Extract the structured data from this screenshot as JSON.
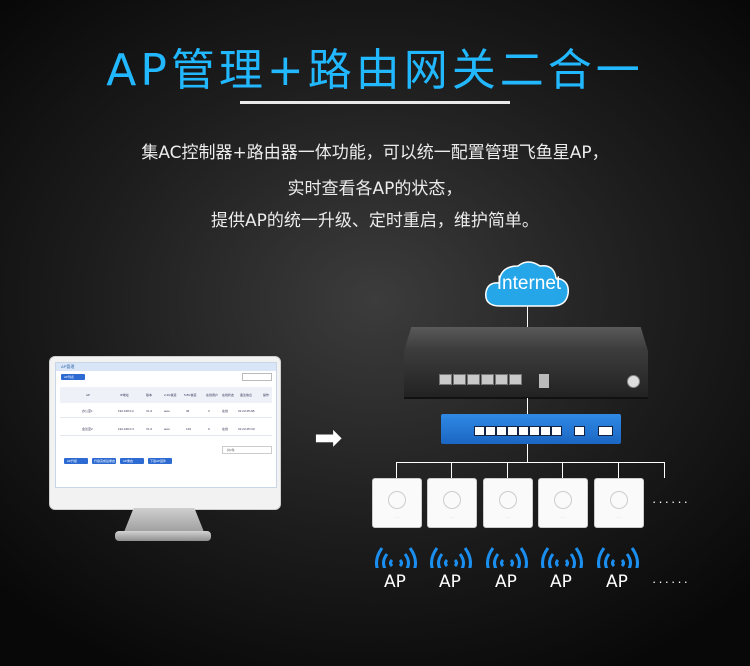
{
  "title": "AP管理+路由网关二合一",
  "description": {
    "line1": "集AC控制器+路由器一体功能，可以统一配置管理飞鱼星AP，",
    "line2": "实时查看各AP的状态，",
    "line3": "提供AP的统一升级、定时重启，维护简单。"
  },
  "cloud_label": "Internet",
  "ap_label": "AP",
  "ap_ellipsis": "······",
  "screen": {
    "window_title": "AP管理",
    "tab_label": "AP列表",
    "columns": [
      "AP",
      "IP地址",
      "版本",
      "2.4G信道",
      "5.8G信道",
      "在线用户",
      "在线状态",
      "备注信息",
      "操作"
    ],
    "rows": [
      [
        "办公室1",
        "192.168.0.2",
        "V1.0",
        "auto",
        "36",
        "3",
        "在线",
        "01:23:45:AB"
      ],
      [
        "会议室2",
        "192.168.0.3",
        "V1.0",
        "auto",
        "149",
        "0",
        "在线",
        "01:23:45:CD"
      ]
    ],
    "pagination": "共2条",
    "buttons": [
      "AP升级",
      "升级完成后重启",
      "AP重启",
      "下载AP固件"
    ]
  },
  "colors": {
    "title": "#22b8ff",
    "switch": "#1b66c2"
  }
}
